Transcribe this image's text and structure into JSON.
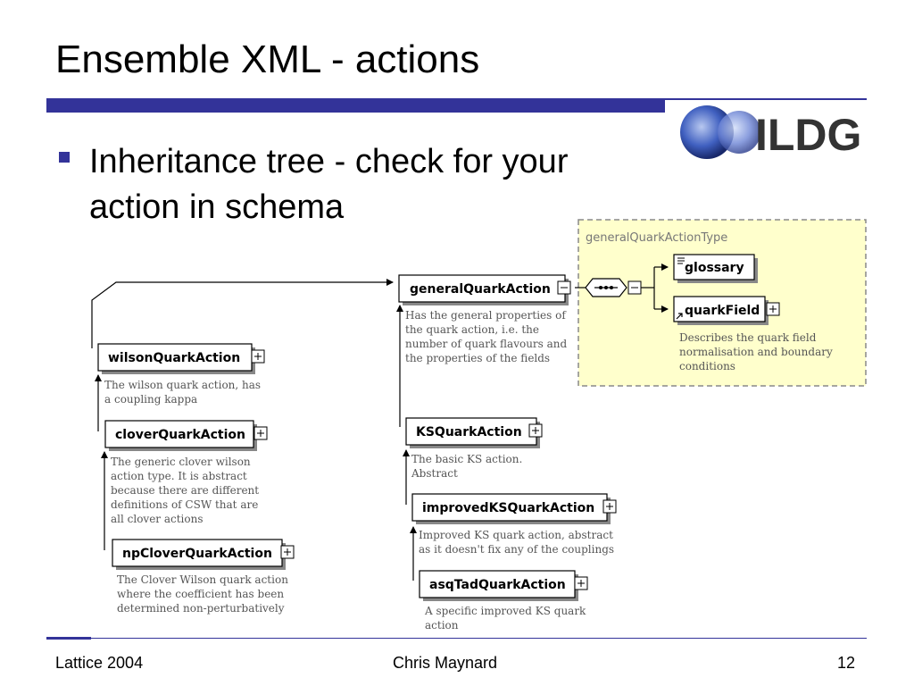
{
  "slide": {
    "title": "Ensemble XML - actions",
    "bullet_line1": "Inheritance tree - check for your",
    "bullet_line2": "action in schema",
    "logo_text": "ILDG"
  },
  "diagram": {
    "type_label": "generalQuarkActionType",
    "nodes": {
      "general": {
        "name": "generalQuarkAction",
        "desc": [
          "Has the general properties of",
          "the quark action, i.e. the",
          "number of quark flavours and",
          "the properties of the fields"
        ]
      },
      "glossary": {
        "name": "glossary"
      },
      "quarkfield": {
        "name": "quarkField",
        "desc": [
          "Describes the quark field",
          "normalisation and boundary",
          "conditions"
        ]
      },
      "wilson": {
        "name": "wilsonQuarkAction",
        "desc": [
          "The wilson quark action, has",
          "a coupling kappa"
        ]
      },
      "clover": {
        "name": "cloverQuarkAction",
        "desc": [
          "The generic clover wilson",
          "action type. It is abstract",
          "because there are different",
          "definitions of CSW that are",
          "all clover actions"
        ]
      },
      "npclover": {
        "name": "npCloverQuarkAction",
        "desc": [
          "The Clover Wilson quark action",
          "where the coefficient has been",
          "determined non-perturbatively"
        ]
      },
      "ks": {
        "name": "KSQuarkAction",
        "desc": [
          "The basic KS action.",
          "Abstract"
        ]
      },
      "improvedks": {
        "name": "improvedKSQuarkAction",
        "desc": [
          "Improved KS quark action, abstract",
          "as it doesn't fix any of the couplings"
        ]
      },
      "asqtad": {
        "name": "asqTadQuarkAction",
        "desc": [
          "A specific improved KS quark",
          "action"
        ]
      }
    }
  },
  "footer": {
    "left": "Lattice 2004",
    "center": "Chris Maynard",
    "page": "12"
  },
  "colors": {
    "accent": "#333399",
    "type_box_fill": "#ffffcc",
    "desc_text": "#555555"
  }
}
